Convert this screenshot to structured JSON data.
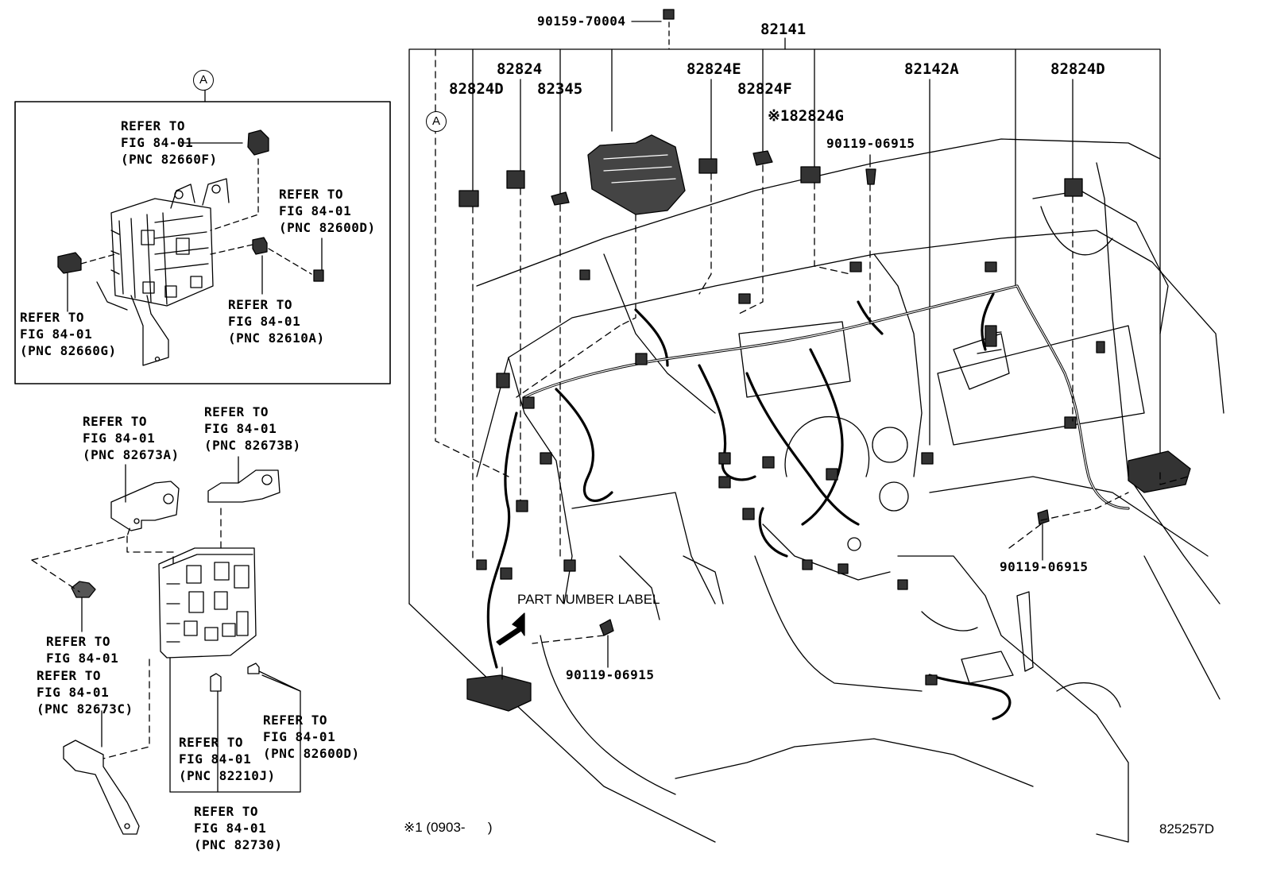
{
  "callout": "A",
  "refer_line1": "REFER TO",
  "refer_line2": "FIG 84-01",
  "inset_refs": [
    {
      "pnc": "(PNC 82660F)"
    },
    {
      "pnc": "(PNC 82600D)"
    },
    {
      "pnc": "(PNC 82610A)"
    },
    {
      "pnc": "(PNC 82660G)"
    }
  ],
  "lower_refs": [
    {
      "pnc": "(PNC 82673A)"
    },
    {
      "pnc": "(PNC 82673B)"
    },
    {
      "refer": "REFER TO",
      "fig": "FIG 84-01",
      "pnc": ""
    },
    {
      "pnc": "(PNC 82673C)"
    },
    {
      "pnc": "(PNC 82600D)"
    },
    {
      "pnc": "(PNC 82210J)"
    },
    {
      "pnc": "(PNC 82730)"
    }
  ],
  "part_numbers": {
    "bolt_top": "90159-70004",
    "harness": "82141",
    "p82824": "82824",
    "p82824D_left": "82824D",
    "p82345": "82345",
    "p82824E": "82824E",
    "p82824F": "82824F",
    "p82824G": "※182824G",
    "p90119_top": "90119-06915",
    "p82142A": "82142A",
    "p82824D_right": "82824D",
    "p90119_right": "90119-06915",
    "p90119_bottom": "90119-06915"
  },
  "part_number_label": "PART NUMBER LABEL",
  "footnote": "※1 (0903-      )",
  "figure_id": "825257D"
}
